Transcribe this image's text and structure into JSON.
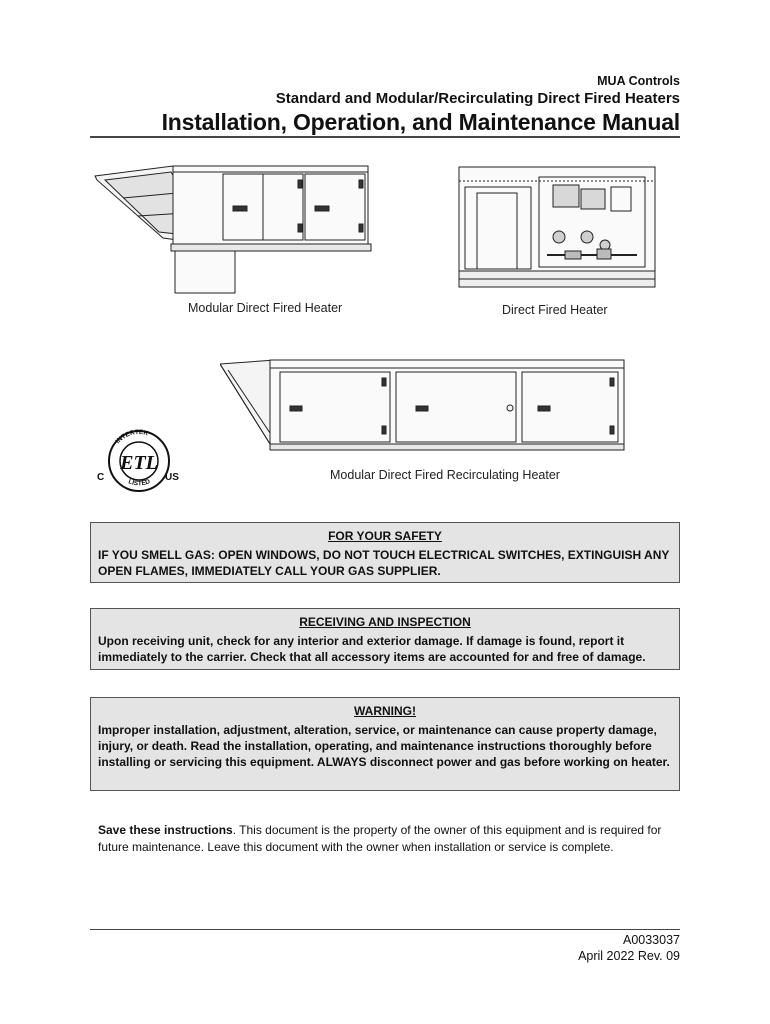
{
  "header": {
    "brand": "MUA Controls",
    "subtitle": "Standard and Modular/Recirculating Direct Fired Heaters",
    "title": "Installation, Operation, and Maintenance Manual"
  },
  "figures": {
    "modular_caption": "Modular Direct Fired Heater",
    "direct_caption": "Direct Fired Heater",
    "recirc_caption": "Modular Direct Fired Recirculating Heater"
  },
  "certification": {
    "ring_text": "INTERTEK",
    "listed": "LISTED",
    "left": "C",
    "right": "US",
    "mark": "ETL"
  },
  "safety": {
    "title": "FOR YOUR SAFETY",
    "body": "IF YOU SMELL GAS: OPEN WINDOWS, DO NOT TOUCH ELECTRICAL SWITCHES, EXTINGUISH ANY OPEN FLAMES, IMMEDIATELY CALL YOUR GAS SUPPLIER."
  },
  "receiving": {
    "title": "RECEIVING AND INSPECTION",
    "body": "Upon receiving unit, check for any interior and exterior damage. If damage is found, report it immediately to the carrier. Check that all accessory items are accounted for and free of damage."
  },
  "warning": {
    "title": "WARNING!",
    "body": "Improper installation, adjustment, alteration, service, or maintenance can cause property damage, injury, or death. Read the installation, operating, and maintenance instructions thoroughly before installing or servicing this equipment. ALWAYS disconnect power and gas before working on heater."
  },
  "save_note": {
    "lead": "Save these instructions",
    "body": ". This document is the property of the owner of this equipment and is required for future maintenance. Leave this document with the owner when installation or service is complete."
  },
  "footer": {
    "doc_number": "A0033037",
    "revision": "April 2022 Rev. 09"
  }
}
